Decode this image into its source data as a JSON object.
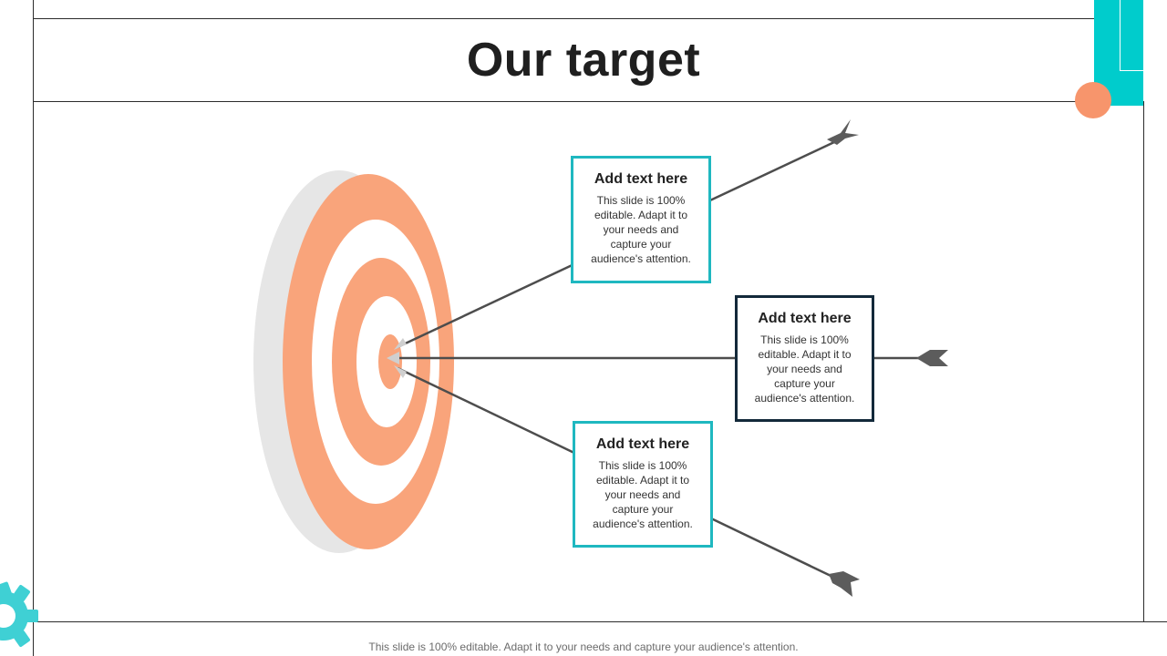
{
  "slide": {
    "title": "Our target",
    "footer": "This slide is 100% editable. Adapt it to your needs and capture your audience's attention."
  },
  "cards": [
    {
      "heading": "Add text here",
      "body": "This slide is 100% editable. Adapt it to your needs and capture your audience's attention.",
      "border_color": "#1fb8c0"
    },
    {
      "heading": "Add text here",
      "body": "This slide is 100% editable. Adapt it to your needs and capture your audience's attention.",
      "border_color": "#13293a"
    },
    {
      "heading": "Add text here",
      "body": "This slide is 100% editable. Adapt it to your needs and capture your audience's attention.",
      "border_color": "#1fb8c0"
    }
  ],
  "colors": {
    "target_orange": "#f9a47b",
    "target_shadow": "#e6e6e6",
    "accent_teal": "#00cccc",
    "accent_orange": "#f7956c",
    "arrow": "#4d4d4d"
  },
  "icons": [
    "target-icon",
    "arrow-icon",
    "gear-icon"
  ]
}
